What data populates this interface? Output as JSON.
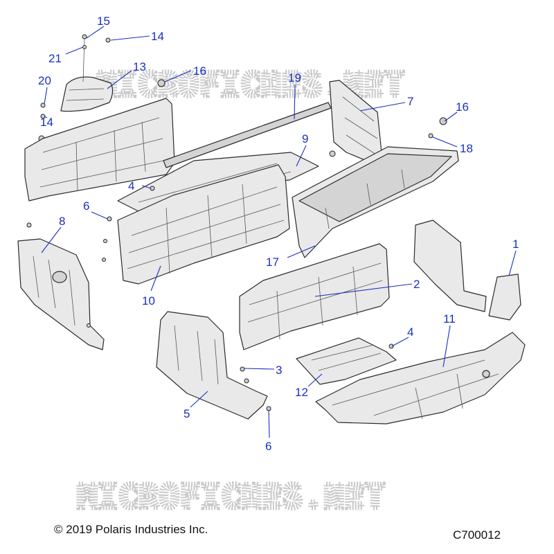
{
  "watermark_text": "MICROFICHES.NET",
  "copyright": "© 2019 Polaris Industries Inc.",
  "drawing_number": "C700012",
  "callouts": [
    {
      "id": "c15",
      "label": "15"
    },
    {
      "id": "c14a",
      "label": "14"
    },
    {
      "id": "c21",
      "label": "21"
    },
    {
      "id": "c13",
      "label": "13"
    },
    {
      "id": "c16a",
      "label": "16"
    },
    {
      "id": "c20",
      "label": "20"
    },
    {
      "id": "c14b",
      "label": "14"
    },
    {
      "id": "c19",
      "label": "19"
    },
    {
      "id": "c7",
      "label": "7"
    },
    {
      "id": "c16b",
      "label": "16"
    },
    {
      "id": "c18",
      "label": "18"
    },
    {
      "id": "c9",
      "label": "9"
    },
    {
      "id": "c4a",
      "label": "4"
    },
    {
      "id": "c6a",
      "label": "6"
    },
    {
      "id": "c8",
      "label": "8"
    },
    {
      "id": "c1",
      "label": "1"
    },
    {
      "id": "c17",
      "label": "17"
    },
    {
      "id": "c2",
      "label": "2"
    },
    {
      "id": "c10",
      "label": "10"
    },
    {
      "id": "c11",
      "label": "11"
    },
    {
      "id": "c4b",
      "label": "4"
    },
    {
      "id": "c3",
      "label": "3"
    },
    {
      "id": "c12",
      "label": "12"
    },
    {
      "id": "c5",
      "label": "5"
    },
    {
      "id": "c6b",
      "label": "6"
    }
  ]
}
